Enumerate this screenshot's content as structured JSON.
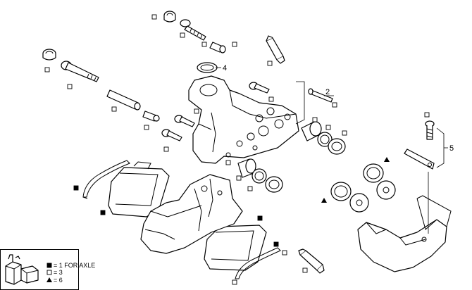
{
  "diagram": {
    "callouts": {
      "c2": "2",
      "c4": "4",
      "c5": "5"
    },
    "legend": {
      "filled_square": "= 1 FOR AXLE",
      "open_square": "= 3",
      "triangle": "= 6"
    }
  }
}
